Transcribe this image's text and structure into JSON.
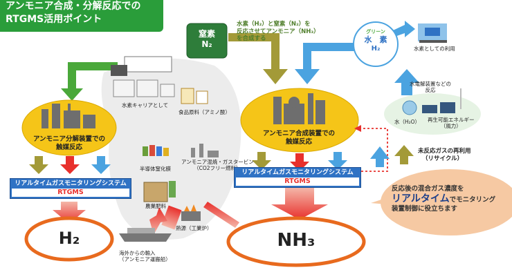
{
  "title": {
    "line1": "アンモニア合成・分解反応での",
    "line2": "RTGMS活用ポイント"
  },
  "n2_box": {
    "line1": "窒素",
    "line2": "N₂"
  },
  "reaction_note": {
    "line1": "水素（H₂）と窒素（N₂）を",
    "line2": "反応させてアンモニア（NH₃）",
    "line3": "を合成する"
  },
  "green_h2": {
    "line1": "グリーン",
    "line2": "水　素",
    "line3": "H₂"
  },
  "hydrogen_use": "水素としての利用",
  "electrolysis": {
    "line1": "水電解装置などの",
    "line2": "反応"
  },
  "water": "水（H₂O）",
  "renewable": {
    "line1": "再生可能エネルギー",
    "line2": "（風力）"
  },
  "carrier": "水素キャリアとして",
  "food": "食品原料（アミノ酸）",
  "decomposition": {
    "line1": "アンモニア分解装置での",
    "line2": "触媒反応"
  },
  "synthesis": {
    "line1": "アンモニア合成装置での",
    "line2": "触媒反応"
  },
  "semiconductor": "半導体窒化膜",
  "gas_turbine": {
    "line1": "アンモニア混焼・ガスタービン",
    "line2": "（CO2フリー燃料）"
  },
  "fertilizer": "農業肥料",
  "heat_source": "熱源（工業炉）",
  "import": {
    "line1": "海外からの輸入",
    "line2": "（アンモニア運搬船）"
  },
  "unreacted": {
    "line1": "未反応ガスの再利用",
    "line2": "（リサイクル）"
  },
  "rtgms_left": {
    "name": "リアルタイムガスモニタリングシステム",
    "abbr": "RTGMS"
  },
  "rtgms_right": {
    "name": "リアルタイムガスモニタリングシステム",
    "abbr": "RTGMS"
  },
  "callout": {
    "line1": "反応後の混合ガス濃度を",
    "emph": "リアルタイム",
    "line2_rest": "でモニタリング",
    "line3": "装置制御に役立ちます"
  },
  "h2_label": "H₂",
  "nh3_label": "NH₃",
  "colors": {
    "title_green": "#2a9d3a",
    "olive": "#a39a38",
    "green_arrow": "#4aa83a",
    "blue_arrow": "#4ba3e0",
    "yellow": "#f5c518",
    "orange_ring": "#e86a1e",
    "rtgms_blue": "#2f72c4",
    "red": "#e8302c",
    "callout_peach": "#f6c9a3"
  }
}
